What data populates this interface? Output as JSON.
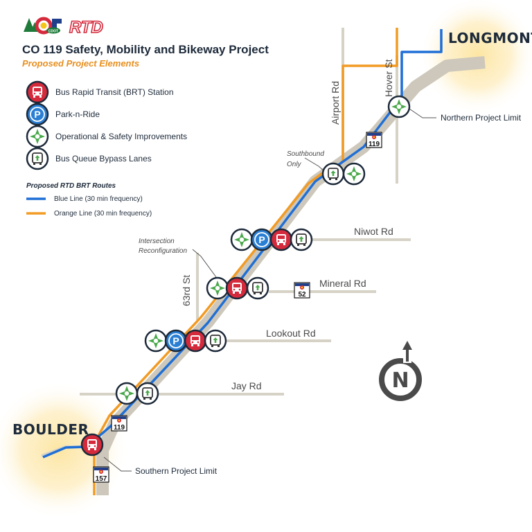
{
  "header": {
    "logo_cdot": "CDOT",
    "logo_rtd": "RTD",
    "title": "CO 119 Safety, Mobility and Bikeway Project",
    "subtitle": "Proposed Project Elements"
  },
  "legend": {
    "items": [
      {
        "icon": "bus-icon",
        "label": "Bus Rapid Transit (BRT) Station"
      },
      {
        "icon": "parking-icon",
        "label": "Park-n-Ride"
      },
      {
        "icon": "operational-improvements-icon",
        "label": "Operational & Safety Improvements"
      },
      {
        "icon": "bus-queue-icon",
        "label": "Bus Queue Bypass Lanes"
      }
    ],
    "routes_heading": "Proposed RTD BRT Routes",
    "routes": [
      {
        "label": "Blue Line (30 min frequency)",
        "color": "#1f6fd6"
      },
      {
        "label": "Orange Line (30 min frequency)",
        "color": "#f29b24"
      }
    ]
  },
  "cities": {
    "north": "LONGMONT",
    "south": "BOULDER"
  },
  "roads": {
    "airport": "Airport Rd",
    "hover": "Hover St",
    "niwot": "Niwot Rd",
    "mineral": "Mineral Rd",
    "sixty_third": "63rd St",
    "lookout": "Lookout Rd",
    "jay": "Jay Rd"
  },
  "shields": {
    "hwy119_north": "119",
    "hwy52": "52",
    "hwy119_south": "119",
    "hwy157": "157"
  },
  "annotations": {
    "northern_limit": "Northern Project Limit",
    "southern_limit": "Southern Project Limit",
    "southbound_line1": "Southbound",
    "southbound_line2": "Only",
    "intersection_line1": "Intersection",
    "intersection_line2": "Reconfiguration"
  },
  "colors": {
    "blue_line": "#1f6fd6",
    "orange_line": "#f29b24",
    "road": "#d6d2c6",
    "highway": "#cdc8bb",
    "bus_station": "#d42a3c",
    "park_n_ride": "#2a7fd4",
    "improvement_green": "#49a84b",
    "icon_ring": "#1d2a3a"
  },
  "compass": {
    "letter": "N"
  }
}
